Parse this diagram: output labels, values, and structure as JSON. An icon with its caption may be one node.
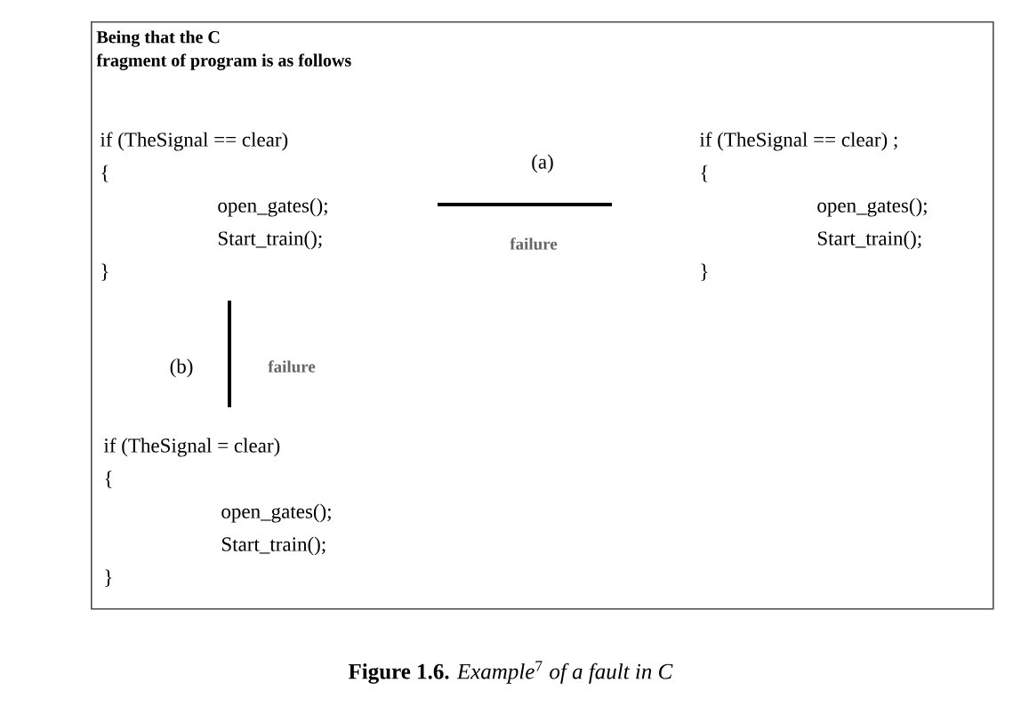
{
  "diagram": {
    "caption": "**Figure 1.6.** *Example*$^{7}$ *of a fault in C*",
    "nodes": [
      {
        "text": [
          "Being that the C",
          "fragment of program is as follows"
        ]
      },
      {
        "text": [
          "if (TheSignal == clear)",
          "{",
          "open_gates();",
          "Start_train();",
          "}"
        ],
        "in": 0
      },
      {
        "text": [
          "if (TheSignal == clear) ;",
          "{",
          "open_gates();",
          "Start_train();",
          "}"
        ],
        "in": 0
      },
      {
        "text": [
          "if (TheSignal = clear)",
          "{",
          "open_gates();",
          "Start_train();",
          "}"
        ],
        "in": 0
      }
    ],
    "edges": [
      {
        "from": 1,
        "to": 2,
        "arrow": "none",
        "label": "failure"
      },
      {
        "from": 1,
        "to": 3,
        "arrow": "none",
        "label": "failure"
      }
    ],
    "labels": [
      "(a)",
      "(b)"
    ]
  }
}
